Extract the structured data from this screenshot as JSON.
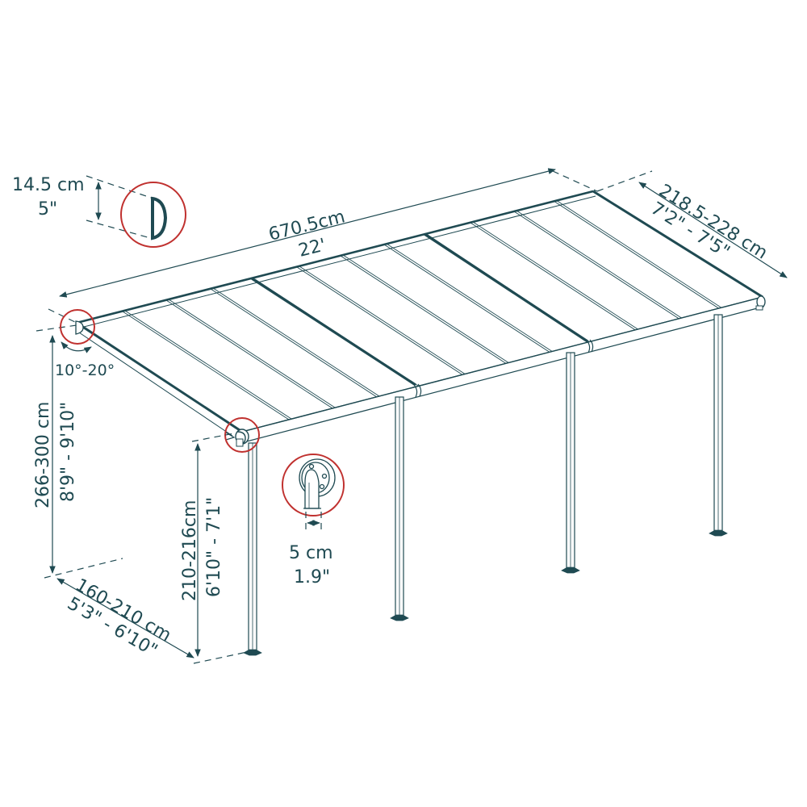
{
  "colors": {
    "line": "#1f4a52",
    "detail_circle": "#c0312f",
    "background": "#ffffff"
  },
  "title": "Patio cover / lean-to pergola dimension diagram",
  "dimensions": {
    "length": {
      "metric": "670.5cm",
      "imperial": "22'"
    },
    "depth": {
      "metric": "218.5-228 cm",
      "imperial": "7'2\" - 7'5\""
    },
    "wall_height": {
      "metric": "266-300 cm",
      "imperial": "8'9\" - 9'10\""
    },
    "front_height": {
      "metric": "210-216cm",
      "imperial": "6'10\" - 7'1\""
    },
    "post_setback": {
      "metric": "160-210 cm",
      "imperial": "5'3\" - 6'10\""
    },
    "wall_profile": {
      "metric": "14.5 cm",
      "imperial": "5\""
    },
    "post_width": {
      "metric": "5 cm",
      "imperial": "1.9\""
    },
    "roof_angle": {
      "label": "10°-20°"
    }
  },
  "details": [
    {
      "name": "wall-bracket-profile",
      "callout": "wall profile D-section"
    },
    {
      "name": "wall-bracket-corner",
      "callout": "roof angle pivot"
    },
    {
      "name": "front-beam-corner",
      "callout": "front beam end cap"
    },
    {
      "name": "post-bracket",
      "callout": "post to beam connector"
    }
  ],
  "structure": {
    "posts": 4,
    "roof_panels": 11,
    "roof_sections": 3
  }
}
